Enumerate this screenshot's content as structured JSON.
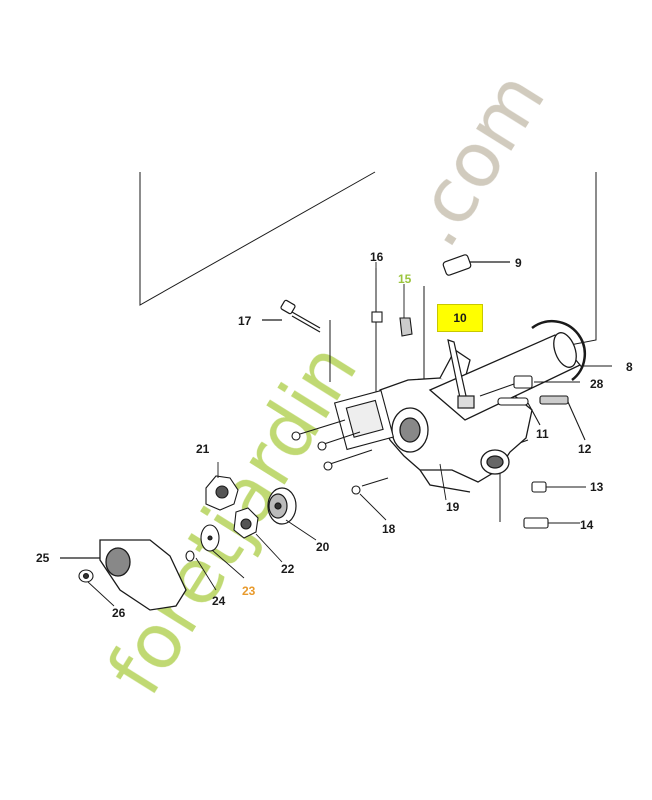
{
  "diagram": {
    "highlighted_part": "10",
    "highlight_color": "#ffff00",
    "line_color": "#1a1a1a",
    "callouts": [
      {
        "id": "c8",
        "label": "8"
      },
      {
        "id": "c9",
        "label": "9"
      },
      {
        "id": "c10",
        "label": "10"
      },
      {
        "id": "c11",
        "label": "11"
      },
      {
        "id": "c12",
        "label": "12"
      },
      {
        "id": "c13",
        "label": "13"
      },
      {
        "id": "c14",
        "label": "14"
      },
      {
        "id": "c15",
        "label": "15"
      },
      {
        "id": "c16",
        "label": "16"
      },
      {
        "id": "c17",
        "label": "17"
      },
      {
        "id": "c18",
        "label": "18"
      },
      {
        "id": "c19",
        "label": "19"
      },
      {
        "id": "c20",
        "label": "20"
      },
      {
        "id": "c21",
        "label": "21"
      },
      {
        "id": "c22",
        "label": "22"
      },
      {
        "id": "c23",
        "label": "23"
      },
      {
        "id": "c24",
        "label": "24"
      },
      {
        "id": "c25",
        "label": "25"
      },
      {
        "id": "c26",
        "label": "26"
      },
      {
        "id": "c28",
        "label": "28"
      }
    ]
  },
  "watermark": {
    "text_green": "foretjardin",
    "text_gray": ".com",
    "color_green": "#b5d35a",
    "color_gray": "#c9c2b3"
  }
}
